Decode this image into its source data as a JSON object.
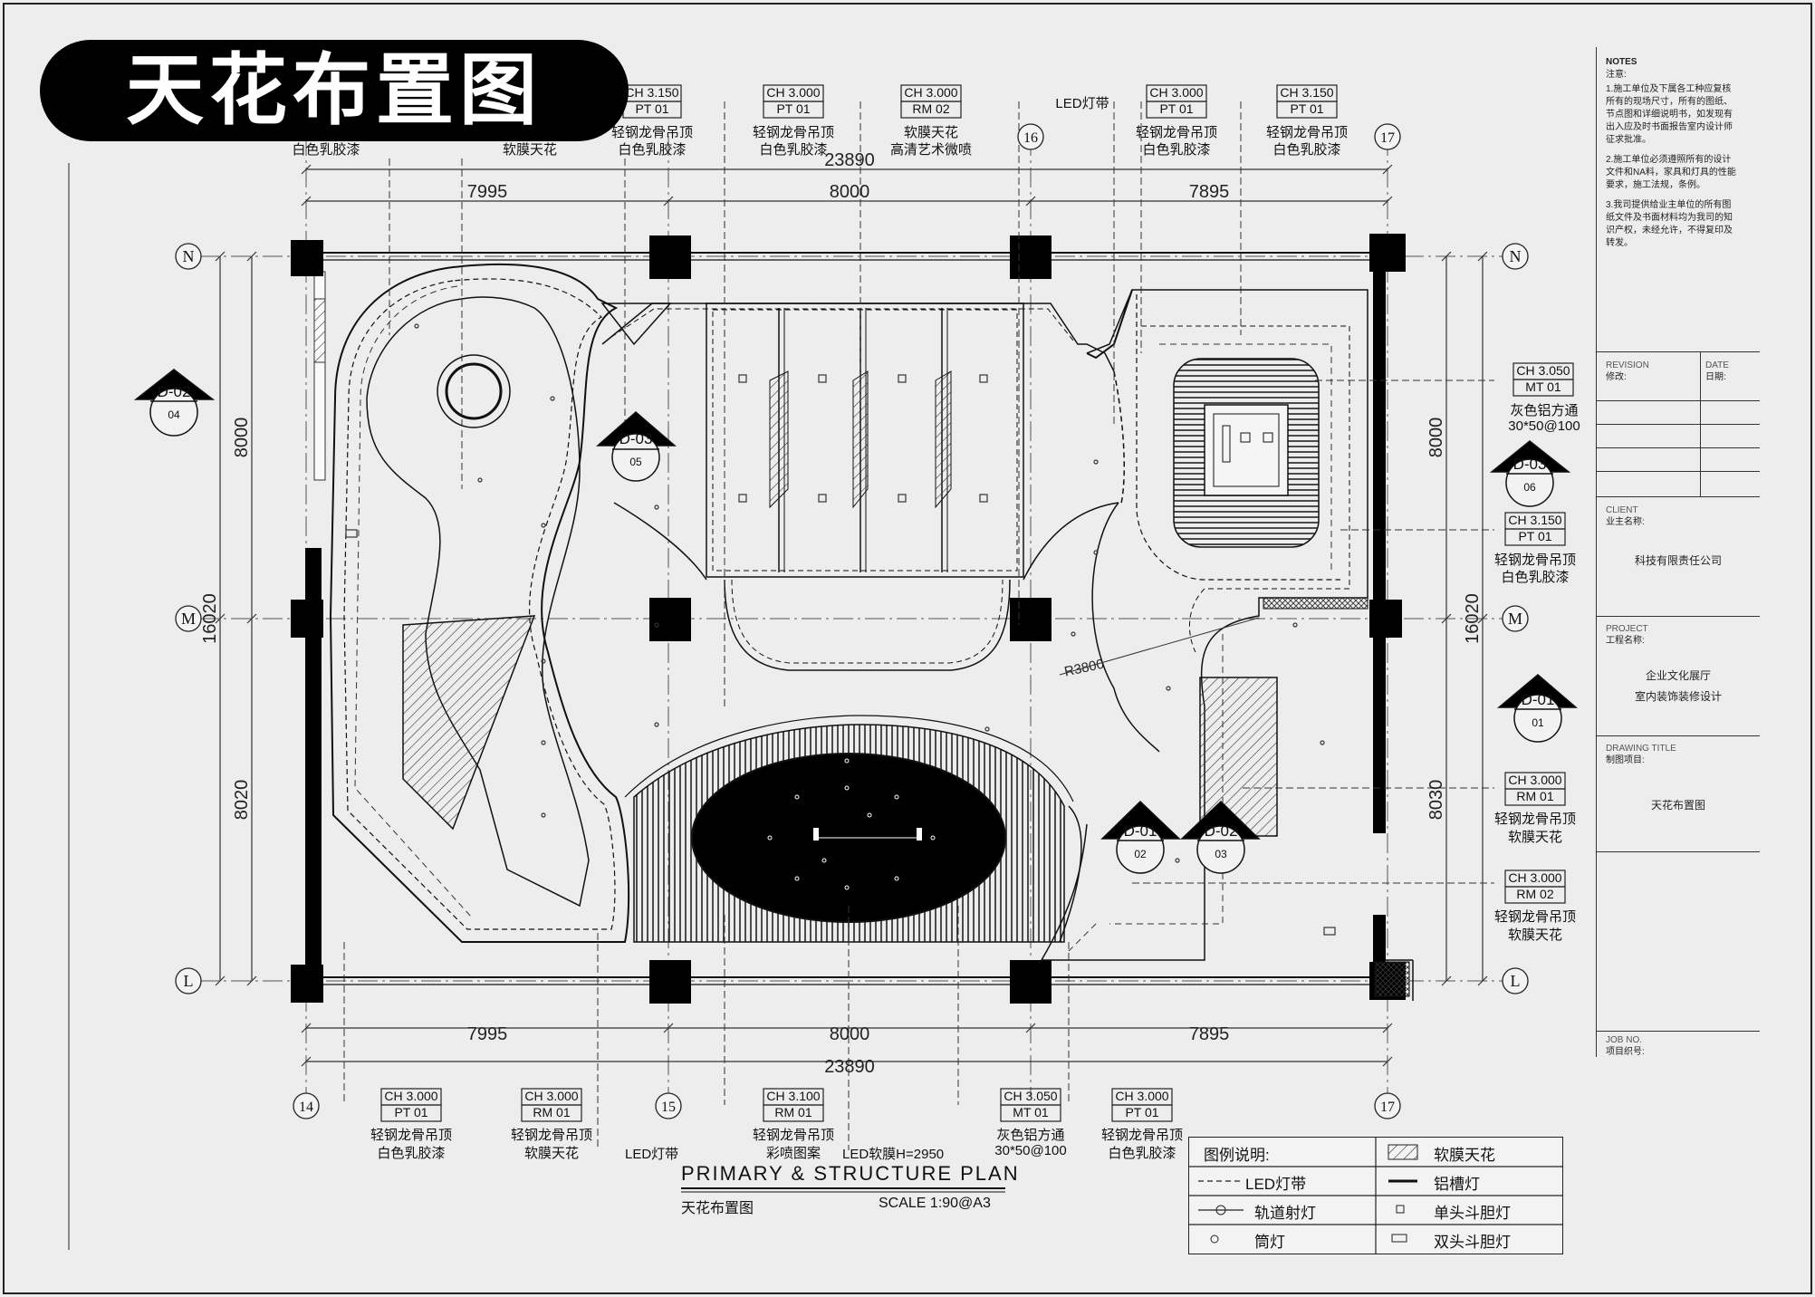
{
  "title": "天花布置图",
  "notes": {
    "heading": "NOTES",
    "heading_cn": "注意:",
    "lines": [
      "1.施工单位及下属各工种应复核",
      "所有的现场尺寸，所有的图纸、",
      "节点图和详细说明书，如发现有",
      "出入应及时书面报告室内设计师",
      "征求批准。",
      "2.施工单位必须遵照所有的设计",
      "文件和NA料，家具和灯具的性能",
      "要求，施工法规，条例。",
      "3.我司提供给业主单位的所有图",
      "纸文件及书面材料均为我司的知",
      "识产权，未经允许，不得复印及",
      "转发。"
    ]
  },
  "titleblock": {
    "revision_en": "REVISION",
    "revision_cn": "修改:",
    "date_en": "DATE",
    "date_cn": "日期:",
    "client_en": "CLIENT",
    "client_cn": "业主名称:",
    "client_value": "科技有限责任公司",
    "project_en": "PROJECT",
    "project_cn": "工程名称:",
    "project_value_1": "企业文化展厅",
    "project_value_2": "室内装饰装修设计",
    "drawing_en": "DRAWING TITLE",
    "drawing_cn": "制图项目:",
    "drawing_value": "天花布置图",
    "job_en": "JOB NO.",
    "job_cn": "项目织号:"
  },
  "plan_title": "PRIMARY & STRUCTURE PLAN",
  "plan_subtitle": "天花布置图",
  "scale": "SCALE 1:90@A3",
  "dimensions": {
    "total": "23890",
    "bays": [
      "7995",
      "8000",
      "7895"
    ],
    "left_total": "16020",
    "rows": [
      "8000",
      "8020"
    ],
    "right_rows": [
      "8000",
      "8030"
    ],
    "radius": "R3800"
  },
  "grid": {
    "rows": [
      "N",
      "M",
      "L"
    ],
    "cols": [
      "14",
      "15",
      "16",
      "17"
    ]
  },
  "sections": [
    "D-02",
    "04",
    "D-03",
    "05",
    "D-03",
    "06",
    "D-01",
    "01",
    "D-01",
    "02",
    "D-02",
    "03"
  ],
  "callouts_top": [
    {
      "ch": "CH 3.150",
      "code": "PT 01",
      "l1": "轻钢龙骨吊顶",
      "l2": "白色乳胶漆"
    },
    {
      "ch": "CH 3.000",
      "code": "PT 01",
      "l1": "轻钢龙骨吊顶",
      "l2": "白色乳胶漆"
    },
    {
      "ch": "CH 3.000",
      "code": "RM 02",
      "l1": "软膜天花",
      "l2": "高清艺术微喷"
    },
    {
      "ch": "CH 3.000",
      "code": "PT 01",
      "l1": "轻钢龙骨吊顶",
      "l2": "白色乳胶漆"
    },
    {
      "ch": "CH 3.150",
      "code": "PT 01",
      "l1": "轻钢龙骨吊顶",
      "l2": "白色乳胶漆"
    }
  ],
  "top_extra": {
    "left_text": "白色乳胶漆",
    "mid_text": "软膜天花",
    "led": "LED灯带"
  },
  "callouts_right": [
    {
      "ch": "CH 3.050",
      "code": "MT 01",
      "l1": "灰色铝方通",
      "l2": "30*50@100"
    },
    {
      "ch": "CH 3.150",
      "code": "PT 01",
      "l1": "轻钢龙骨吊顶",
      "l2": "白色乳胶漆"
    },
    {
      "ch": "CH 3.000",
      "code": "RM 01",
      "l1": "轻钢龙骨吊顶",
      "l2": "软膜天花"
    },
    {
      "ch": "CH 3.000",
      "code": "RM 02",
      "l1": "轻钢龙骨吊顶",
      "l2": "软膜天花"
    }
  ],
  "callouts_bottom": [
    {
      "ch": "CH 3.000",
      "code": "PT 01",
      "l1": "轻钢龙骨吊顶",
      "l2": "白色乳胶漆"
    },
    {
      "ch": "CH 3.000",
      "code": "RM 01",
      "l1": "轻钢龙骨吊顶",
      "l2": "软膜天花"
    },
    {
      "ch": "CH 3.100",
      "code": "RM 01",
      "l1": "轻钢龙骨吊顶",
      "l2": "彩喷图案"
    },
    {
      "ch": "CH 3.050",
      "code": "MT 01",
      "l1": "灰色铝方通",
      "l2": "30*50@100"
    },
    {
      "ch": "CH 3.000",
      "code": "PT 01",
      "l1": "轻钢龙骨吊顶",
      "l2": "白色乳胶漆"
    }
  ],
  "bottom_led": {
    "a": "LED灯带",
    "b": "LED软膜H=2950"
  },
  "legend": {
    "title": "图例说明:",
    "items": [
      "LED灯带",
      "轨道射灯",
      "筒灯",
      "软膜天花",
      "铝槽灯",
      "单头斗胆灯",
      "双头斗胆灯"
    ]
  }
}
